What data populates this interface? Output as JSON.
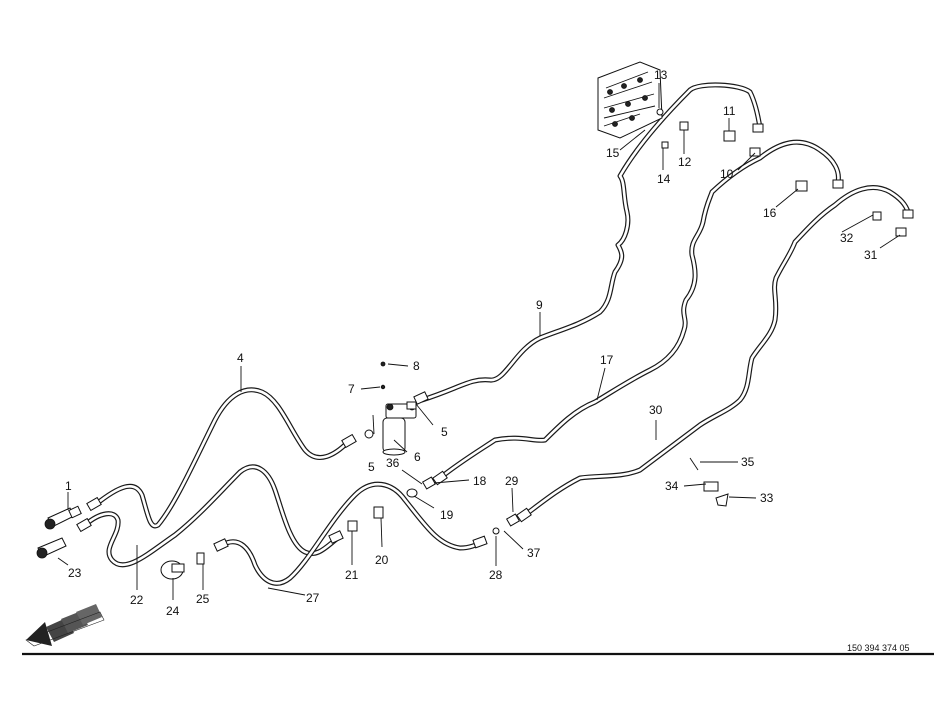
{
  "drawing": {
    "document_number": "150 394 374 05",
    "callouts": [
      {
        "id": "callout-1",
        "text": "1"
      },
      {
        "id": "callout-4",
        "text": "4"
      },
      {
        "id": "callout-5a",
        "text": "5"
      },
      {
        "id": "callout-5b",
        "text": "5"
      },
      {
        "id": "callout-6",
        "text": "6"
      },
      {
        "id": "callout-7",
        "text": "7"
      },
      {
        "id": "callout-8",
        "text": "8"
      },
      {
        "id": "callout-9",
        "text": "9"
      },
      {
        "id": "callout-10",
        "text": "10"
      },
      {
        "id": "callout-11",
        "text": "11"
      },
      {
        "id": "callout-12",
        "text": "12"
      },
      {
        "id": "callout-13",
        "text": "13"
      },
      {
        "id": "callout-14",
        "text": "14"
      },
      {
        "id": "callout-15",
        "text": "15"
      },
      {
        "id": "callout-16",
        "text": "16"
      },
      {
        "id": "callout-17",
        "text": "17"
      },
      {
        "id": "callout-18",
        "text": "18"
      },
      {
        "id": "callout-19",
        "text": "19"
      },
      {
        "id": "callout-20",
        "text": "20"
      },
      {
        "id": "callout-21",
        "text": "21"
      },
      {
        "id": "callout-22",
        "text": "22"
      },
      {
        "id": "callout-23",
        "text": "23"
      },
      {
        "id": "callout-24",
        "text": "24"
      },
      {
        "id": "callout-25",
        "text": "25"
      },
      {
        "id": "callout-27",
        "text": "27"
      },
      {
        "id": "callout-28",
        "text": "28"
      },
      {
        "id": "callout-29",
        "text": "29"
      },
      {
        "id": "callout-30",
        "text": "30"
      },
      {
        "id": "callout-31",
        "text": "31"
      },
      {
        "id": "callout-32",
        "text": "32"
      },
      {
        "id": "callout-33",
        "text": "33"
      },
      {
        "id": "callout-34",
        "text": "34"
      },
      {
        "id": "callout-35",
        "text": "35"
      },
      {
        "id": "callout-36",
        "text": "36"
      },
      {
        "id": "callout-37",
        "text": "37"
      }
    ]
  }
}
